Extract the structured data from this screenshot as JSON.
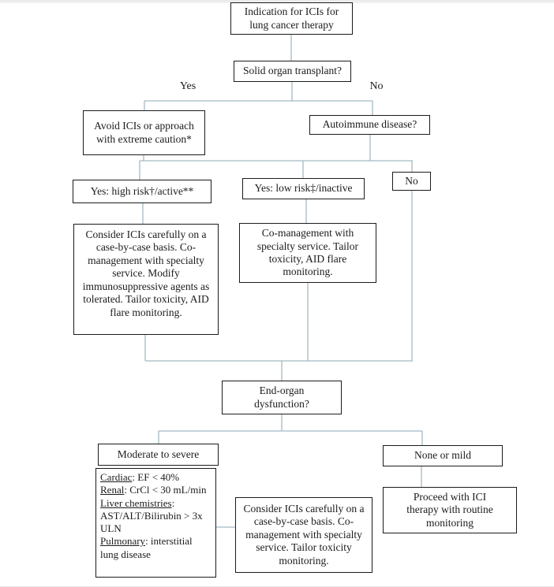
{
  "diagram": {
    "title_node": "Indication for ICIs for lung cancer therapy",
    "nodes": {
      "indication": "Indication for ICIs for lung cancer therapy",
      "solid_organ": "Solid organ transplant?",
      "avoid": "Avoid ICIs or approach with extreme caution*",
      "autoimmune": "Autoimmune disease?",
      "ai_yes_high": "Yes: high risk†/active**",
      "ai_yes_low": "Yes: low risk‡/inactive",
      "ai_no": "No",
      "consider_long": "Consider ICIs carefully on a case-by-case basis. Co-management with specialty service. Modify immunosuppressive agents as tolerated. Tailor toxicity, AID flare monitoring.",
      "comanage": "Co-management with specialty service. Tailor toxicity, AID flare monitoring.",
      "end_organ": "End-organ dysfunction?",
      "moderate": "Moderate to severe",
      "none_mild": "None or mild",
      "consider_short": "Consider ICIs carefully on a case-by-case basis. Co-management with specialty service. Tailor toxicity monitoring.",
      "proceed": "Proceed with ICI therapy with routine monitoring"
    },
    "edge_labels": {
      "yes": "Yes",
      "no": "No"
    },
    "criteria": {
      "items": [
        {
          "head": "Cardiac",
          "rest": ": EF < 40%"
        },
        {
          "head": "Renal",
          "rest": ": CrCl < 30 mL/min"
        },
        {
          "head": "Liver chemistries",
          "rest": ": AST/ALT/Bilirubin > 3x ULN"
        },
        {
          "head": "Pulmonary",
          "rest": ": interstitial lung disease"
        }
      ]
    },
    "colors": {
      "connector": "#a3b9c4",
      "box_border": "#1b1b1b",
      "text": "#1b1b1b",
      "background": "#ffffff"
    }
  }
}
